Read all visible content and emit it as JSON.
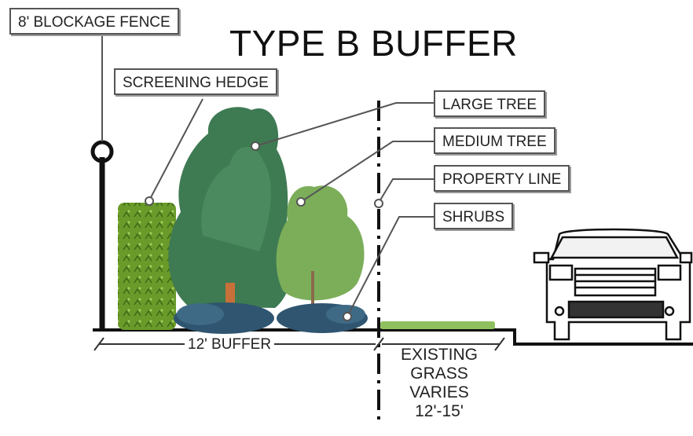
{
  "title": "TYPE B BUFFER",
  "callouts": {
    "fence": "8' BLOCKAGE FENCE",
    "hedge": "SCREENING HEDGE",
    "large_tree": "LARGE TREE",
    "medium_tree": "MEDIUM TREE",
    "property_line": "PROPERTY LINE",
    "shrubs": "SHRUBS"
  },
  "dimension": {
    "buffer": "12' BUFFER",
    "grass_lines": [
      "EXISTING",
      "GRASS",
      "VARIES",
      "12'-15'"
    ]
  },
  "colors": {
    "hedge": "#6a9a2a",
    "large_tree": "#3e7a52",
    "medium_tree": "#7cae5a",
    "shrubs": "#2f5570",
    "grass": "#8fc060",
    "line": "#111111"
  }
}
